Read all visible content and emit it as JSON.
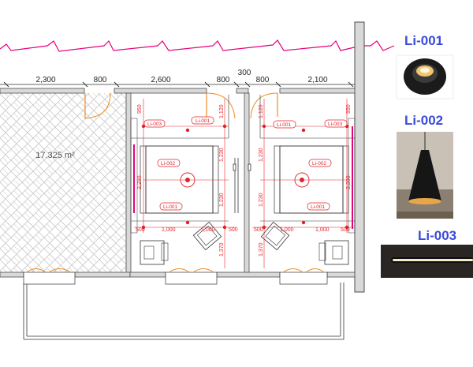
{
  "plan": {
    "dimensions_top": [
      "2,300",
      "800",
      "2,600",
      "800",
      "300",
      "800",
      "2,100"
    ],
    "area_label": "17.325 m²",
    "tags_room_a": [
      "Li-003",
      "Li-001",
      "Li-002",
      "Li-001"
    ],
    "tags_room_b": [
      "Li-001",
      "Li-003",
      "Li-002",
      "Li-001"
    ],
    "room_a_dims": [
      "950",
      "1,120",
      "1,230",
      "1,230",
      "2,290",
      "500",
      "1,000",
      "1,000",
      "500",
      "1,370"
    ],
    "room_b_dims": [
      "950",
      "1,120",
      "1,230",
      "1,230",
      "2,290",
      "500",
      "1,000",
      "1,000",
      "500",
      "1,370"
    ]
  },
  "legend": {
    "items": [
      {
        "code": "Li-001",
        "desc": "recessed downlight"
      },
      {
        "code": "Li-002",
        "desc": "pendant lamp"
      },
      {
        "code": "Li-003",
        "desc": "linear light"
      }
    ]
  },
  "colors": {
    "wall_fill": "#d9d9d9",
    "wall_stroke": "#4d4d4d",
    "dim_red": "#e8262f",
    "tag_red": "#e0202a",
    "door_orange": "#f28c1e",
    "magenta": "#e5007d",
    "legend_blue": "#3a4bdb",
    "hatch": "#bdbdbd"
  }
}
